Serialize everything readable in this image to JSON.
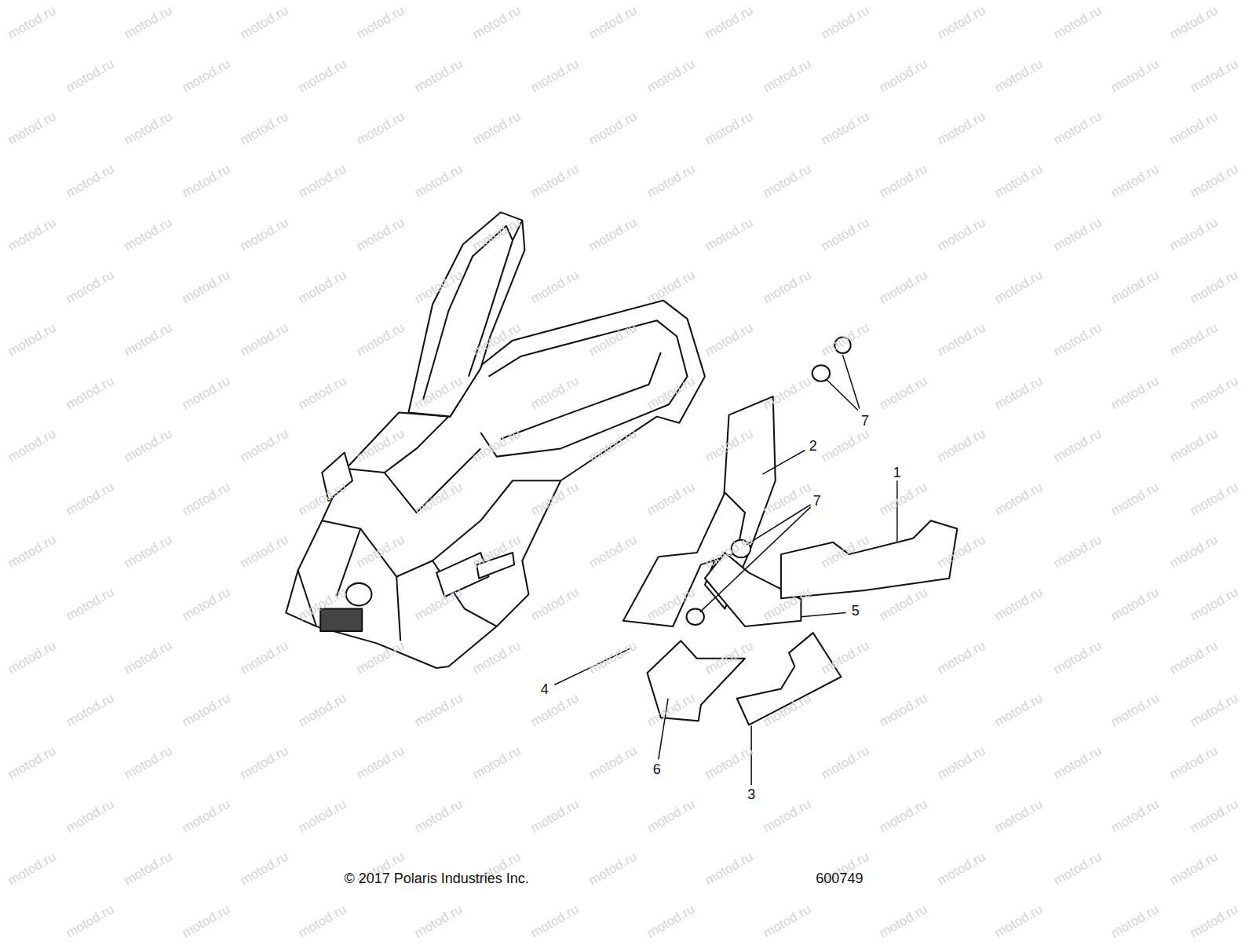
{
  "diagram": {
    "labels": [
      "7",
      "2",
      "7",
      "1",
      "5",
      "4",
      "6",
      "3",
      "© 2017 Polaris Industries Inc.",
      "600749",
      "motod.ru",
      "motod.ru",
      "motod.ru",
      "motod.ru",
      "motod.ru",
      "motod.ru",
      "motod.ru",
      "motod.ru",
      "motod.ru",
      "motod.ru",
      "motod.ru",
      "motod.ru",
      "motod.ru",
      "motod.ru",
      "motod.ru",
      "motod.ru",
      "motod.ru",
      "motod.ru",
      "motod.ru",
      "motod.ru",
      "motod.ru",
      "motod.ru",
      "motod.ru",
      "motod.ru",
      "motod.ru",
      "motod.ru",
      "motod.ru",
      "motod.ru",
      "motod.ru",
      "motod.ru",
      "motod.ru",
      "motod.ru",
      "motod.ru",
      "motod.ru",
      "motod.ru",
      "motod.ru",
      "motod.ru",
      "motod.ru",
      "motod.ru",
      "motod.ru",
      "motod.ru",
      "motod.ru",
      "motod.ru",
      "motod.ru",
      "motod.ru",
      "motod.ru",
      "motod.ru",
      "motod.ru",
      "motod.ru",
      "motod.ru",
      "motod.ru",
      "motod.ru",
      "motod.ru",
      "motod.ru",
      "motod.ru",
      "motod.ru",
      "motod.ru",
      "motod.ru",
      "motod.ru",
      "motod.ru",
      "motod.ru",
      "motod.ru",
      "motod.ru",
      "motod.ru",
      "motod.ru",
      "motod.ru",
      "motod.ru",
      "motod.ru",
      "motod.ru",
      "motod.ru",
      "motod.ru",
      "motod.ru",
      "motod.ru",
      "motod.ru",
      "motod.ru",
      "motod.ru",
      "motod.ru",
      "motod.ru",
      "motod.ru",
      "motod.ru",
      "motod.ru",
      "motod.ru",
      "motod.ru",
      "motod.ru",
      "motod.ru",
      "motod.ru",
      "motod.ru",
      "motod.ru",
      "motod.ru",
      "motod.ru",
      "motod.ru",
      "motod.ru",
      "motod.ru",
      "motod.ru",
      "motod.ru",
      "motod.ru",
      "motod.ru",
      "motod.ru",
      "motod.ru",
      "motod.ru",
      "motod.ru",
      "motod.ru",
      "motod.ru",
      "motod.ru",
      "motod.ru",
      "motod.ru",
      "motod.ru",
      "motod.ru",
      "motod.ru",
      "motod.ru",
      "motod.ru",
      "motod.ru",
      "motod.ru",
      "motod.ru",
      "motod.ru",
      "motod.ru",
      "motod.ru",
      "motod.ru",
      "motod.ru",
      "motod.ru",
      "motod.ru",
      "motod.ru",
      "motod.ru",
      "motod.ru",
      "motod.ru",
      "motod.ru",
      "motod.ru",
      "motod.ru",
      "motod.ru",
      "motod.ru",
      "motod.ru",
      "motod.ru",
      "motod.ru",
      "motod.ru",
      "motod.ru",
      "motod.ru",
      "motod.ru",
      "motod.ru",
      "motod.ru",
      "motod.ru",
      "motod.ru",
      "motod.ru",
      "motod.ru",
      "motod.ru",
      "motod.ru",
      "motod.ru",
      "motod.ru",
      "motod.ru",
      "motod.ru",
      "motod.ru",
      "motod.ru",
      "motod.ru",
      "motod.ru",
      "motod.ru",
      "motod.ru",
      "motod.ru",
      "motod.ru",
      "motod.ru",
      "motod.ru",
      "motod.ru",
      "motod.ru",
      "motod.ru",
      "motod.ru",
      "motod.ru",
      "motod.ru",
      "motod.ru",
      "motod.ru",
      "motod.ru",
      "motod.ru",
      "motod.ru",
      "motod.ru",
      "motod.ru",
      "motod.ru",
      "motod.ru",
      "motod.ru",
      "motod.ru",
      "motod.ru",
      "motod.ru",
      "motod.ru",
      "motod.ru",
      "motod.ru",
      "motod.ru",
      "motod.ru",
      "motod.ru",
      "motod.ru",
      "motod.ru",
      "motod.ru",
      "motod.ru",
      "motod.ru",
      "motod.ru",
      "motod.ru",
      "motod.ru",
      "motod.ru",
      "motod.ru",
      "motod.ru",
      "motod.ru",
      "motod.ru",
      "motod.ru"
    ]
  }
}
